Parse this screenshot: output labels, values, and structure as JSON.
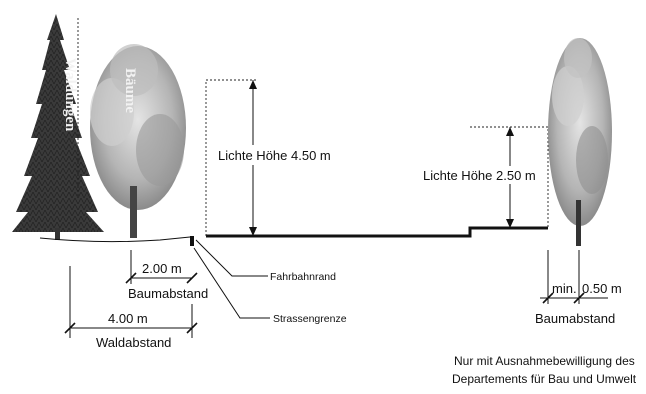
{
  "trees": {
    "forest_label": "Waldungen",
    "tree_label": "Bäume"
  },
  "heights": {
    "road_clearance": "Lichte Höhe 4.50 m",
    "side_clearance": "Lichte Höhe 2.50 m"
  },
  "labels": {
    "fahrbahnrand": "Fahrbahnrand",
    "strassengrenze": "Strassengrenze"
  },
  "left_dims": {
    "tree_distance_value": "2.00 m",
    "tree_distance_label": "Baumabstand",
    "forest_distance_value": "4.00 m",
    "forest_distance_label": "Waldabstand"
  },
  "right_dims": {
    "min_label": "min.",
    "value": "0.50 m",
    "label": "Baumabstand"
  },
  "note": {
    "line1": "Nur mit Ausnahmebewilligung des",
    "line2": "Departements für Bau und Umwelt"
  }
}
